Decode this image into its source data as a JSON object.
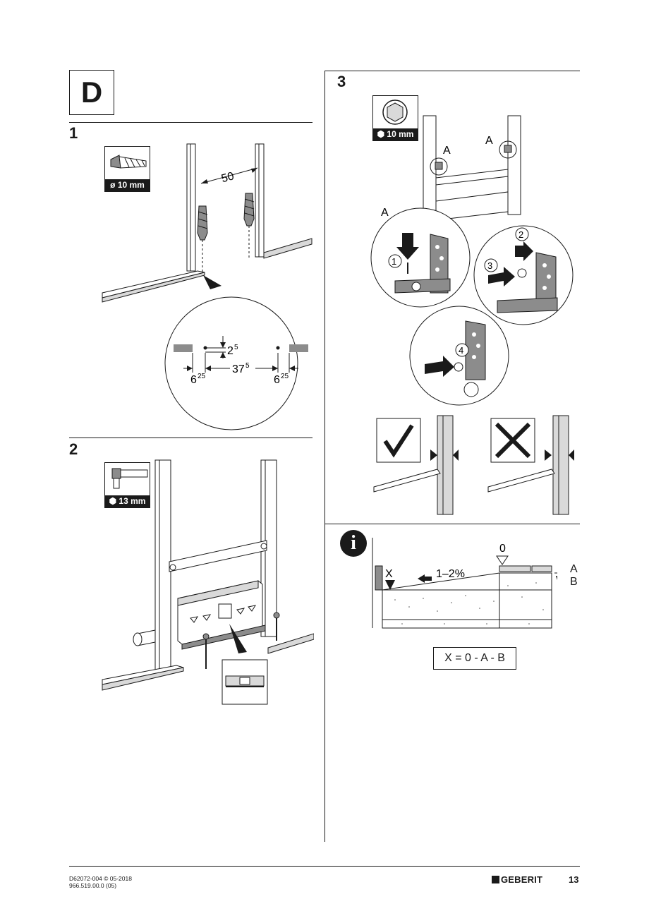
{
  "section": {
    "letter": "D"
  },
  "steps": [
    {
      "number": "1",
      "tool_label": "ø 10 mm",
      "tool_icon": "drill-bit-icon"
    },
    {
      "number": "2",
      "tool_label": "13 mm",
      "tool_icon": "socket-wrench-icon"
    },
    {
      "number": "3",
      "tool_label": "10 mm",
      "tool_icon": "hex-socket-icon"
    }
  ],
  "step1": {
    "distance_top": "50",
    "detail": {
      "dim_vertical": "2",
      "dim_vertical_sup": "5",
      "dim_center": "37",
      "dim_center_sup": "5",
      "dim_left": "6",
      "dim_left_sup": "25",
      "dim_right": "6",
      "dim_right_sup": "25"
    }
  },
  "step3": {
    "label_a1": "A",
    "label_a2": "A",
    "label_a3": "A",
    "sub_steps": [
      "1",
      "2",
      "3",
      "4"
    ]
  },
  "info": {
    "label_zero": "0",
    "label_x": "X",
    "slope": "1–2%",
    "label_a": "A",
    "label_b": "B",
    "formula": "X = 0 - A - B"
  },
  "footer": {
    "doc_line1": "D62072-004 © 05-2018",
    "doc_line2": "966.519.00.0 (05)",
    "brand": "GEBERIT",
    "page_number": "13"
  },
  "colors": {
    "ink": "#1a1a1a",
    "grey": "#8c8c8c",
    "light": "#d9d9d9"
  }
}
